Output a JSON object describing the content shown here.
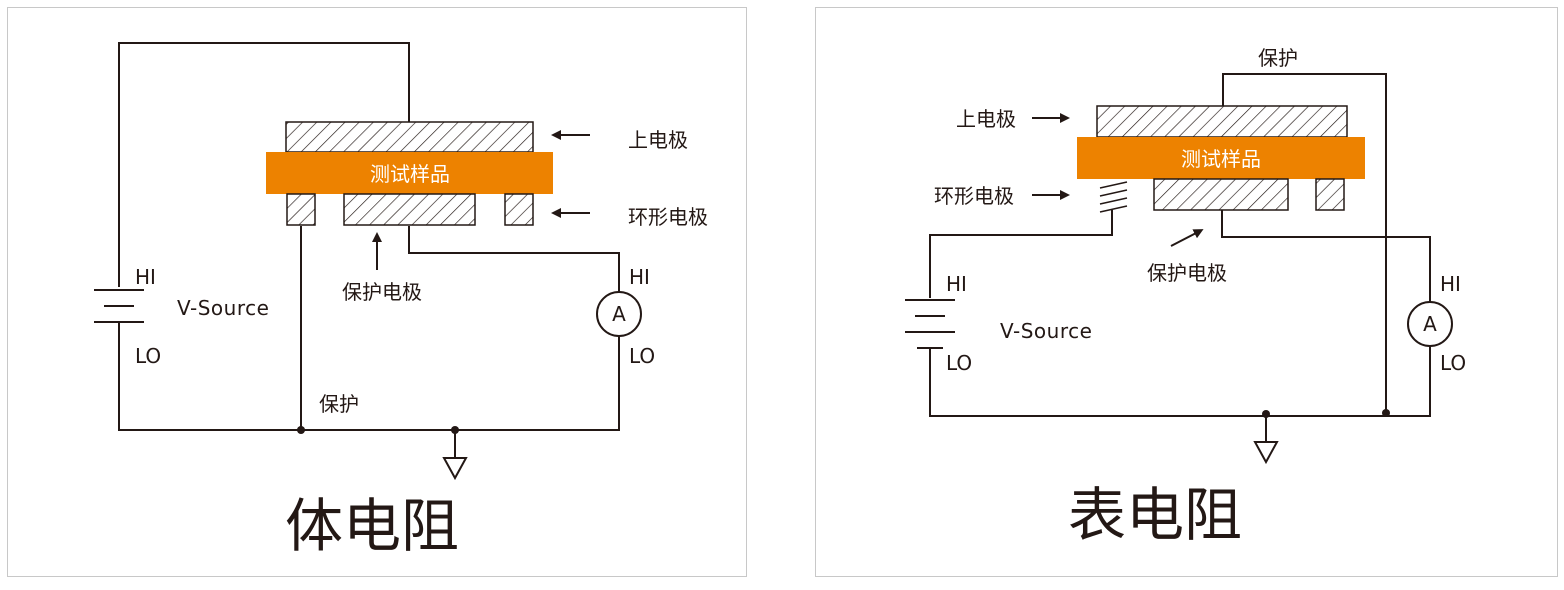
{
  "colors": {
    "sample": "#ED8200",
    "line": "#231815",
    "panel_border": "#c8c8c8"
  },
  "volume": {
    "title": "体电阻",
    "sample_label": "测试样品",
    "top_electrode": "上电极",
    "ring_electrode": "环形电极",
    "guard_electrode": "保护电极",
    "guard": "保护",
    "vsource": "V-Source",
    "hi": "HI",
    "lo": "LO",
    "ammeter": "A"
  },
  "surface": {
    "title": "表电阻",
    "sample_label": "测试样品",
    "top_electrode": "上电极",
    "ring_electrode": "环形电极",
    "guard_electrode": "保护电极",
    "guard": "保护",
    "vsource": "V-Source",
    "hi": "HI",
    "lo": "LO",
    "ammeter": "A"
  }
}
